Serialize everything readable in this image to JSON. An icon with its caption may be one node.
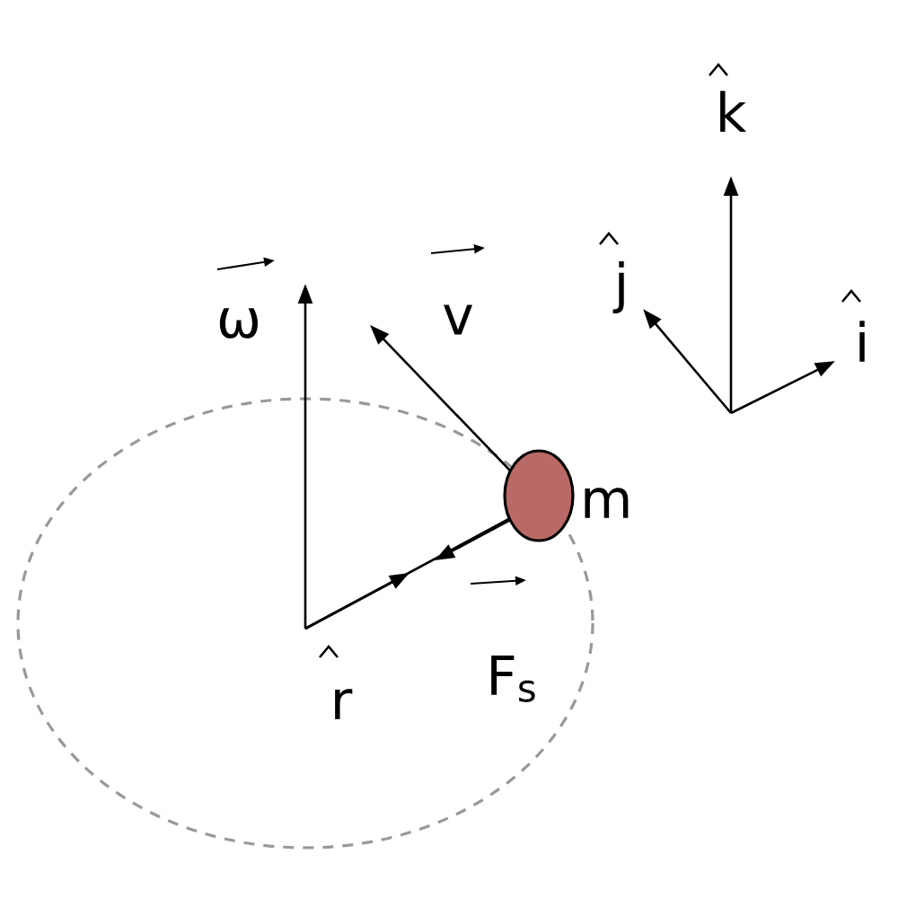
{
  "diagram": {
    "nodes": [
      {
        "text": [],
        "shape": "circle",
        "beside": [
          "m"
        ]
      }
    ],
    "labels": [
      "ω",
      "v",
      "r",
      "F$_{s}$",
      "k",
      "j",
      "i"
    ]
  }
}
